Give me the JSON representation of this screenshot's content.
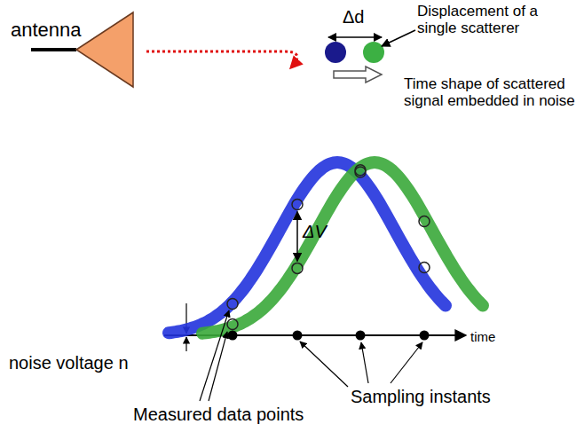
{
  "diagram": {
    "labels": [
      "antenna",
      "Δd",
      "Displacement of a single scatterer",
      "Time shape of scattered signal embedded in noise",
      "ΔV",
      "noise voltage n",
      "time",
      "Sampling instants",
      "Measured data points"
    ]
  }
}
